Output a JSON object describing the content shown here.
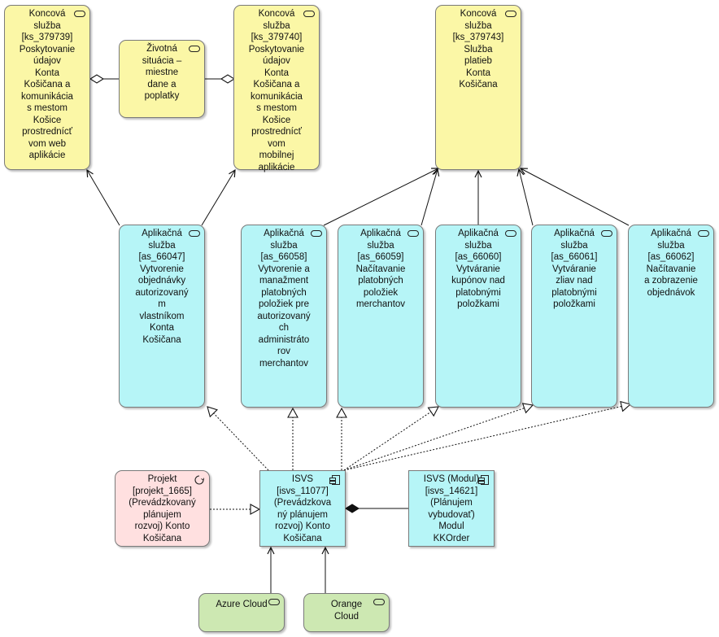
{
  "nodes": {
    "ks_379739": {
      "label": "Koncová\nslužba\n[ks_379739]\nPoskytovanie\núdajov\nKonta\nKošičana a\nkomunikácia\ns mestom\nKošice\nprostrednícť\nvom web\naplikácie"
    },
    "zs": {
      "label": "Životná\nsituácia –\nmiestne\ndane a\npoplatky"
    },
    "ks_379740": {
      "label": "Koncová\nslužba\n[ks_379740]\nPoskytovanie\núdajov\nKonta\nKošičana a\nkomunikácia\ns mestom\nKošice\nprostrednícť\nvom\nmobilnej\naplikácie"
    },
    "ks_379743": {
      "label": "Koncová\nslužba\n[ks_379743]\nSlužba\nplatieb\nKonta\nKošičana"
    },
    "as_66047": {
      "label": "Aplikačná\nslužba\n[as_66047]\nVytvorenie\nobjednávky\nautorizovaný\nm\nvlastníkom\nKonta\nKošičana"
    },
    "as_66058": {
      "label": "Aplikačná\nslužba\n[as_66058]\nVytvorenie a\nmanažment\nplatobných\npoložiek pre\nautorizovaný\nch\nadministráto\nrov\nmerchantov"
    },
    "as_66059": {
      "label": "Aplikačná\nslužba\n[as_66059]\nNačítavanie\nplatobných\npoložiek\nmerchantov"
    },
    "as_66060": {
      "label": "Aplikačná\nslužba\n[as_66060]\nVytváranie\nkupónov nad\nplatobnými\npoložkami"
    },
    "as_66061": {
      "label": "Aplikačná\nslužba\n[as_66061]\nVytváranie\nzliav nad\nplatobnými\npoložkami"
    },
    "as_66062": {
      "label": "Aplikačná\nslužba\n[as_66062]\nNačítavanie\na zobrazenie\nobjednávok"
    },
    "projekt_1665": {
      "label": "Projekt\n[projekt_1665]\n(Prevádzkovaný\nplánujem\nrozvoj) Konto\nKošičana"
    },
    "isvs_11077": {
      "label": "ISVS\n[isvs_11077]\n(Prevádzkova\nný plánujem\nrozvoj) Konto\nKošičana"
    },
    "isvs_14621": {
      "label": "ISVS (Modul)\n[isvs_14621]\n(Plánujem\nvybudovať)\nModul\nKKOrder"
    },
    "azure": {
      "label": "Azure Cloud"
    },
    "orange": {
      "label": "Orange\nCloud"
    }
  },
  "colors": {
    "business": "#fbf7a6",
    "application": "#b6f5f7",
    "project": "#ffe0e0",
    "technology": "#cde8b2",
    "line": "#111111"
  }
}
